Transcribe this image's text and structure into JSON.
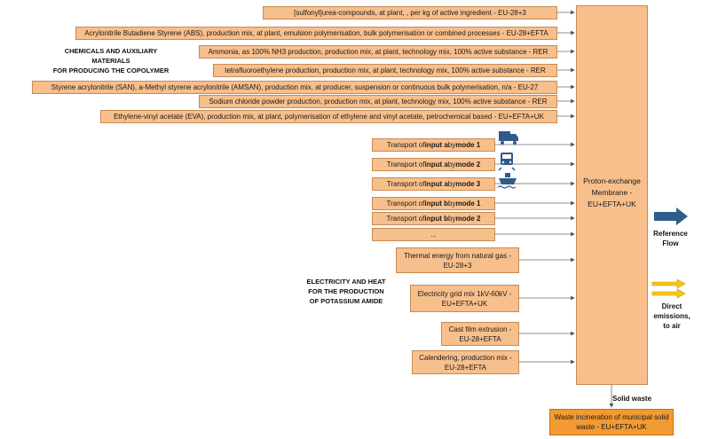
{
  "labels": {
    "chemicals": [
      "CHEMICALS AND AUXILIARY",
      "MATERIALS",
      "FOR PRODUCING THE COPOLYMER"
    ],
    "electricity": [
      "ELECTRICITY AND HEAT",
      "FOR THE PRODUCTION",
      "OF POTASSIUM AMIDE"
    ]
  },
  "materials": [
    "[sulfonyl]urea-compounds, at plant, , per kg of active ingredient - EU-28+3",
    "Acrylonitrile Butadiene Styrene (ABS), production mix, at plant, emulsion polymerisation, bulk polymerisation or combined processes - EU-28+EFTA",
    "Ammonia, as 100% NH3 production, production mix, at plant, technology mix, 100% active substance - RER",
    "tetrafluoroethylene production, production mix, at plant, technology mix, 100% active substance - RER",
    "Styrene acrylonitrile (SAN), a-Methyl styrene acrylonitrile (AMSAN), production mix, at producer, suspension or continuous bulk polymerisation, n/a - EU-27",
    "Sodium chloride powder production, production mix, at plant, technology mix, 100% active substance - RER",
    "Ethylene-vinyl acetate (EVA), production mix, at plant, polymerisation of ethylene and vinyl acetate, petrochemical based - EU+EFTA+UK"
  ],
  "transport": [
    {
      "prefix": "Transport of ",
      "input": "input a",
      "by": " by ",
      "mode": "mode 1",
      "icon": "truck-icon"
    },
    {
      "prefix": "Transport of ",
      "input": "input a",
      "by": " by ",
      "mode": "mode 2",
      "icon": "train-icon"
    },
    {
      "prefix": "Transport of ",
      "input": "input a",
      "by": " by ",
      "mode": "mode 3",
      "icon": "ship-icon"
    },
    {
      "prefix": "Transport of ",
      "input": "input b",
      "by": " by ",
      "mode": "mode 1",
      "icon": ""
    },
    {
      "prefix": "Transport of ",
      "input": "input b",
      "by": " by ",
      "mode": "mode 2",
      "icon": ""
    }
  ],
  "ellipsis": "...",
  "energy": [
    "Thermal energy from natural gas - EU-28+3",
    "Electricity grid mix 1kV-60kV - EU+EFTA+UK",
    "Cast film extrusion - EU-28+EFTA",
    "Calendering, production mix - EU-28+EFTA"
  ],
  "process": "Proton-exchange Membrane - EU+EFTA+UK",
  "outputs": {
    "reference_flow": [
      "Reference",
      "Flow"
    ],
    "direct_emissions": [
      "Direct",
      "emissions,",
      "to air"
    ],
    "solid_waste": "Solid waste",
    "waste_box": "Waste incineration of municipal solid waste - EU+EFTA+UK"
  },
  "colors": {
    "box": "#f7bf8c",
    "waste": "#f29a34",
    "reference_arrow": "#2e5f8a",
    "emission_arrow": "#f5c518",
    "icons": "#2f5a8a"
  }
}
